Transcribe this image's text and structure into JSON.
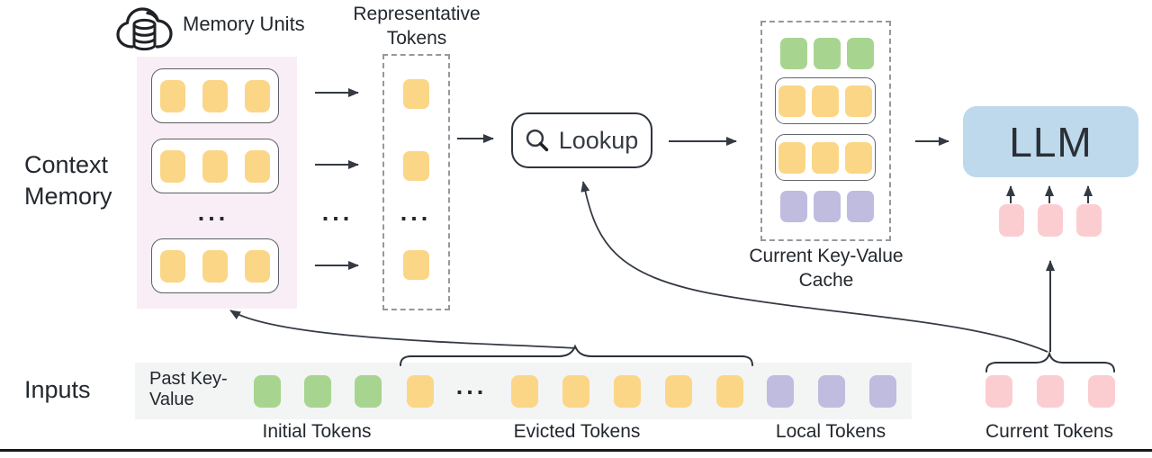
{
  "palette": {
    "ink": "#23282e",
    "stroke": "#343a44",
    "yellow": "#FBD687",
    "green": "#A7D58F",
    "purple": "#BFBCE0",
    "pink": "#FBCDD1",
    "llm_blue": "#BED9EB",
    "memory_bg": "#F9EEF6",
    "strip_bg": "#F3F4F4"
  },
  "labels": {
    "memory_units": "Memory Units",
    "representative_tokens": "Representative Tokens",
    "context_memory": "Context Memory",
    "inputs": "Inputs",
    "lookup": "Lookup",
    "llm": "LLM",
    "current_kv_cache": "Current Key-Value Cache",
    "past_key_value": "Past Key-Value",
    "ellipsis": "..."
  },
  "memory": {
    "units": [
      [
        "yellow",
        "yellow",
        "yellow"
      ],
      [
        "yellow",
        "yellow",
        "yellow"
      ],
      [
        "yellow",
        "yellow",
        "yellow"
      ]
    ]
  },
  "representative": {
    "tokens": [
      "yellow",
      "yellow",
      "yellow"
    ]
  },
  "cache": {
    "rows": [
      [
        "green",
        "green",
        "green"
      ],
      [
        "yellow",
        "yellow",
        "yellow"
      ],
      [
        "yellow",
        "yellow",
        "yellow"
      ],
      [
        "purple",
        "purple",
        "purple"
      ]
    ]
  },
  "llm": {
    "input_tokens": [
      "pink",
      "pink",
      "pink"
    ]
  },
  "strip": {
    "initial": {
      "label": "Initial Tokens",
      "tokens": [
        "green",
        "green",
        "green"
      ]
    },
    "evicted": {
      "label": "Evicted Tokens",
      "head": [
        "yellow"
      ],
      "tail": [
        "yellow",
        "yellow",
        "yellow",
        "yellow",
        "yellow"
      ]
    },
    "local": {
      "label": "Local Tokens",
      "tokens": [
        "purple",
        "purple",
        "purple"
      ]
    },
    "current": {
      "label": "Current Tokens",
      "tokens": [
        "pink",
        "pink",
        "pink"
      ]
    }
  }
}
